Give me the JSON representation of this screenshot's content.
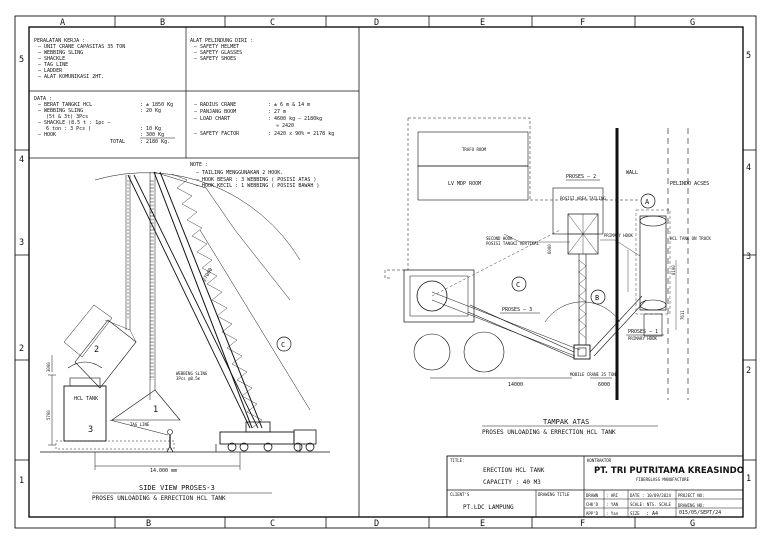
{
  "border": {
    "col_labels_top": [
      "A",
      "B",
      "C",
      "D",
      "E",
      "F",
      "G"
    ],
    "col_labels_bottom": [
      "B",
      "C",
      "D",
      "E",
      "F",
      "G"
    ],
    "row_labels_left": [
      "5",
      "4",
      "3",
      "2",
      "1"
    ],
    "row_labels_right": [
      "5",
      "4",
      "3",
      "2",
      "1"
    ]
  },
  "equipment": {
    "heading": "PERALATAN KERJA :",
    "items": [
      "UNIT CRANE CAPASITAS 35 TON",
      "WEBBING SLING",
      "SHACKLE",
      "TAG LINE",
      "LADDER",
      "ALAT KOMUNIKASI 2HT."
    ]
  },
  "ppe": {
    "heading": "ALAT PELINDUNG DIRI :",
    "items": [
      "SAFETY HELMET",
      "SAFETY GLASSES",
      "SAFETY SHOES"
    ]
  },
  "data_left": {
    "heading": "DATA :",
    "rows": [
      {
        "label": "BERAT TANGKI HCL",
        "value": ": ± 1850 Kg"
      },
      {
        "label": "WEBBING SLING",
        "value": ": 20 Kg"
      },
      {
        "label": "(5t & 3t) 3Pcs",
        "value": ""
      },
      {
        "label": "SHACKLE  (8.5 t : 1pc –",
        "value": ""
      },
      {
        "label": "6 ton : 3 Pcs )",
        "value": ": 10 Kg"
      },
      {
        "label": "HOOK",
        "value": ": 300 Kg"
      }
    ],
    "total_label": "TOTAL",
    "total_value": ": 2180 Kg."
  },
  "data_right": {
    "rows": [
      {
        "label": "RADIUS CRANE",
        "value": ": ± 6 m & 14 m"
      },
      {
        "label": "PANJANG BOOM",
        "value": ": 27 m"
      },
      {
        "label": "LOAD CHART",
        "value": ": 4600 kg – 2180kg"
      },
      {
        "label": "",
        "value": "≈ 2420"
      },
      {
        "label": "SAFETY FACTOR",
        "value": ": 2420 x 90% = 2178 kg"
      }
    ]
  },
  "note": {
    "heading": "NOTE :",
    "lines": [
      "TAILING MENGGUNAKAN 2 HOOK.",
      "HOOK BESAR  : 3 WEBBING ( POSISI ATAS )",
      "HOOK KECIL   : 1 WEBBING ( POSISI BAWAH )"
    ]
  },
  "side_view": {
    "circle_c": "C",
    "boom_length": "27000",
    "pos_1": "1",
    "pos_2": "2",
    "pos_3": "3",
    "tank_label": "HCL TANK",
    "dim_5700": "5700",
    "dim_3000": "3000",
    "tag_line": "TAG LINE",
    "webbing_note_1": "WEBBING SLING",
    "webbing_note_2": "3Pcs @0.5m",
    "ground_dim": "14.000 mm",
    "title": "SIDE VIEW PROSES-3",
    "subtitle": "PROSES UNLOADING & ERRECTION HCL TANK"
  },
  "plan_view": {
    "trafo_room": "TRAFO ROOM",
    "lv_room": "LV MDP ROOM",
    "proses_2": "PROSES – 2",
    "posisi_area": "POSISI AREA TAILING",
    "wall": "WALL",
    "pelindo": "PELINDO ACSES",
    "circle_a": "A",
    "circle_b": "B",
    "circle_c": "C",
    "hcl_truck": "HCL TANK ON TRUCK",
    "second_hook_1": "SECOND HOOK",
    "second_hook_2": "POSISI TANGKI VERTIKAL",
    "primary_hook": "PRIMARY HOOK",
    "proses_3": "PROSES – 3",
    "proses_1": "PROSES – 1",
    "primary_hook_2": "PRIMARY HOOK",
    "dim_6000_v": "6000",
    "dim_8100": "8100",
    "dim_7611": "7611",
    "dim_14000": "14000",
    "dim_6000_h": "6000",
    "mobile_crane": "MOBILE CRANE 35 TON",
    "title": "TAMPAK ATAS",
    "subtitle": "PROSES UNLOADING & ERRECTION HCL TANK"
  },
  "title_block": {
    "title_label": "TITLE:",
    "title_line1": "ERECTION HCL TANK",
    "title_line2": "CAPACITY  : 40 M3",
    "company_label": "KONTRAKTOR",
    "company": "PT. TRI PUTRITAMA KREASINDO",
    "company_sub": "FIBERGLASS MANUFACTURE",
    "client_label": "CLIENT'S",
    "client": "PT.LDC LAMPUNG",
    "drawing_title_label": "DRAWING TITLE",
    "drawn_label": "DRAWN",
    "drawn_val": ": ARI",
    "check_label": "CHK'D",
    "check_val": ": YAN",
    "appd_label": "APP'D",
    "appd_val": ": Yan",
    "date_label": "DATE",
    "date_val": ": 10/09/2024",
    "scale_label": "SCALE",
    "scale_val": ": NTS. SCALE",
    "size_label": "SIZE",
    "size_val": ": A4",
    "project_label": "PROJECT NO:",
    "drawing_no_label": "DRAWING NO:",
    "drawing_no": "015/05/SEPT/24"
  }
}
